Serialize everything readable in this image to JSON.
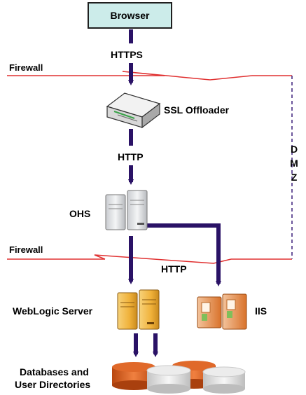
{
  "nodes": {
    "browser": "Browser",
    "ssl_offloader": "SSL Offloader",
    "ohs": "OHS",
    "weblogic": "WebLogic Server",
    "iis": "IIS",
    "databases_line1": "Databases and",
    "databases_line2": "User Directories"
  },
  "edges": {
    "https": "HTTPS",
    "http_top": "HTTP",
    "http_bottom": "HTTP"
  },
  "zones": {
    "firewall_top": "Firewall",
    "firewall_bottom": "Firewall",
    "dmz_letters": [
      "D",
      "M",
      "Z"
    ]
  },
  "colors": {
    "arrow": "#2a1266",
    "firewall": "#e03030",
    "dmz_line": "#3a1f7a",
    "browser_fill": "#ccecea",
    "server_orange": "#f0b13a",
    "disk_orange": "#d8601a",
    "disk_gray": "#e6e6e6"
  }
}
